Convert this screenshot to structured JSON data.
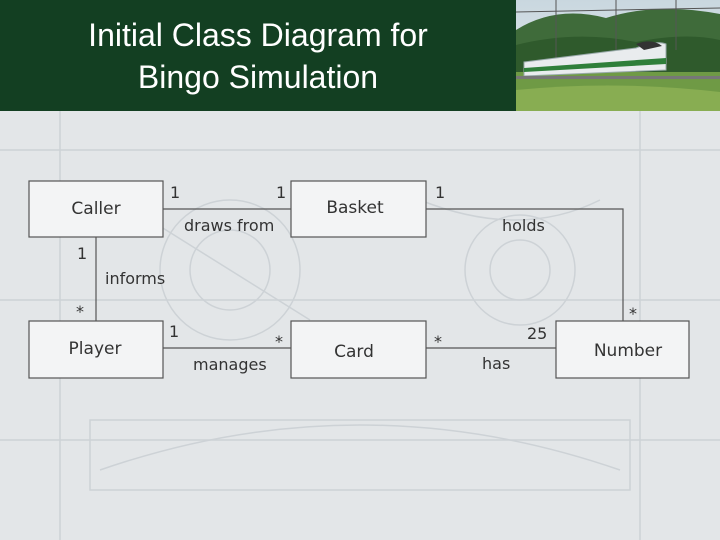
{
  "title": "Initial Class Diagram for\nBingo Simulation",
  "photo": {
    "icon": "high-speed-train-photo"
  },
  "classes": {
    "caller": "Caller",
    "basket": "Basket",
    "player": "Player",
    "card": "Card",
    "number": "Number"
  },
  "associations": {
    "caller_basket": {
      "label": "draws from",
      "mult_caller": "1",
      "mult_basket": "1"
    },
    "caller_player": {
      "label": "informs",
      "mult_caller": "1",
      "mult_player": "*"
    },
    "basket_number": {
      "label": "holds",
      "mult_basket": "1",
      "mult_number": "*"
    },
    "player_card": {
      "label": "manages",
      "mult_player": "1",
      "mult_card": "*"
    },
    "card_number": {
      "label": "has",
      "mult_card": "*",
      "mult_number": "25"
    }
  }
}
